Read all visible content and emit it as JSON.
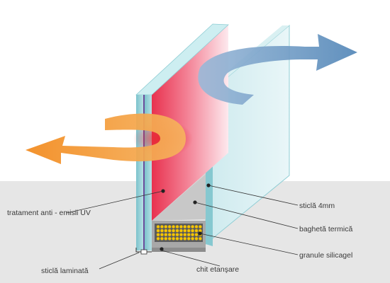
{
  "labels": {
    "uv_treatment": "tratament  anti - emisii UV",
    "laminated_glass": "sticlă laminată",
    "glass_4mm": "sticlă 4mm",
    "thermal_spacer": "baghetă termică",
    "silica_gel": "granule silicagel",
    "sealant": "chit etanşare"
  },
  "colors": {
    "floor": "#e6e6e6",
    "glass": "#a9d8dc",
    "heat_arrow": "#f28a1d",
    "cold_arrow": "#5588b8",
    "uv_coating": "#e8324f",
    "silica_gel": "#f5c400",
    "spacer": "#b9b9b9"
  },
  "icons": {
    "hot_air_flow": "orange-curved-arrow-left",
    "cold_air_flow": "blue-curved-arrow-right"
  }
}
